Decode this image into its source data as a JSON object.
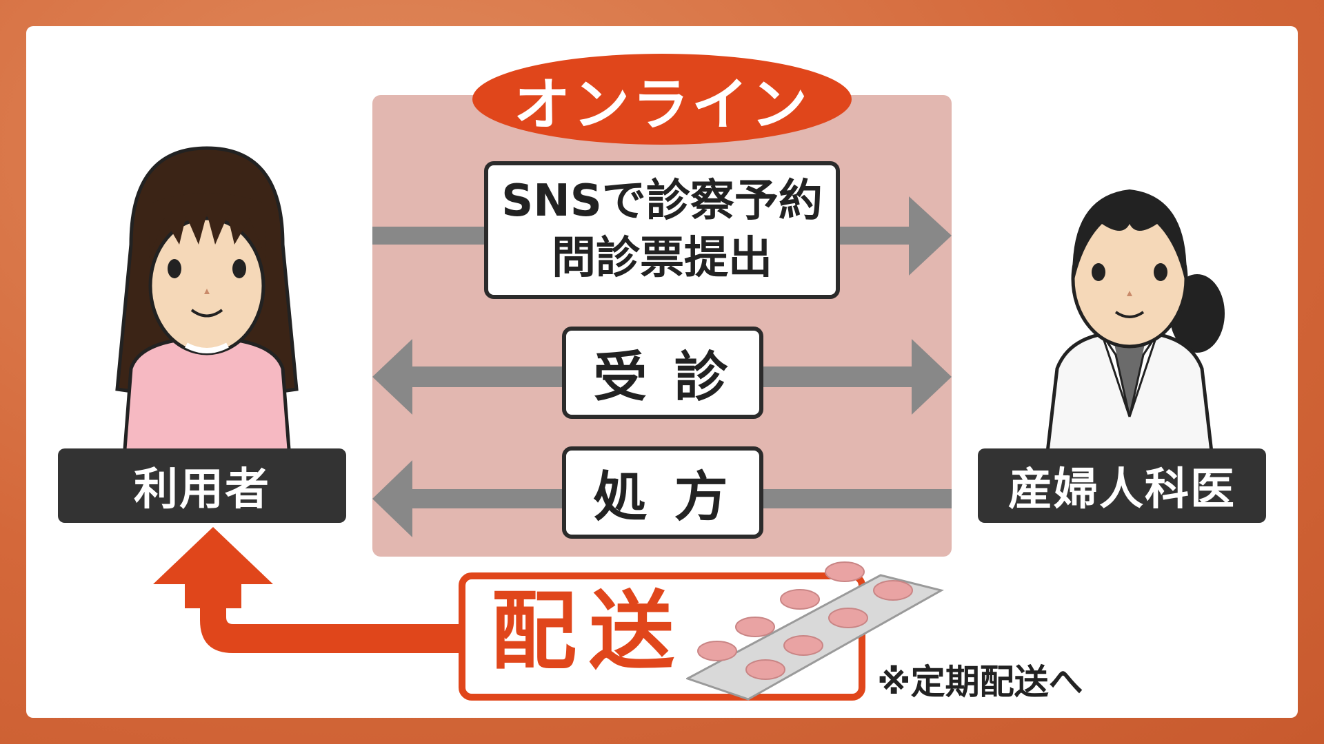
{
  "online_title": "オンライン",
  "patient": {
    "label": "利用者"
  },
  "doctor": {
    "label": "産婦人科医"
  },
  "steps": [
    {
      "lines": [
        "SNSで診察予約",
        "問診票提出"
      ],
      "direction": "patient-to-doctor"
    },
    {
      "text": "受 診",
      "direction": "both"
    },
    {
      "text": "処 方",
      "direction": "doctor-to-patient"
    }
  ],
  "delivery": {
    "label": "配送",
    "note": "※定期配送へ"
  },
  "colors": {
    "accent": "#e0461b",
    "online_zone": "#e2b7b0",
    "arrow_gray": "#888888",
    "label_dark": "#333333",
    "pill": "#e9a3a3"
  }
}
